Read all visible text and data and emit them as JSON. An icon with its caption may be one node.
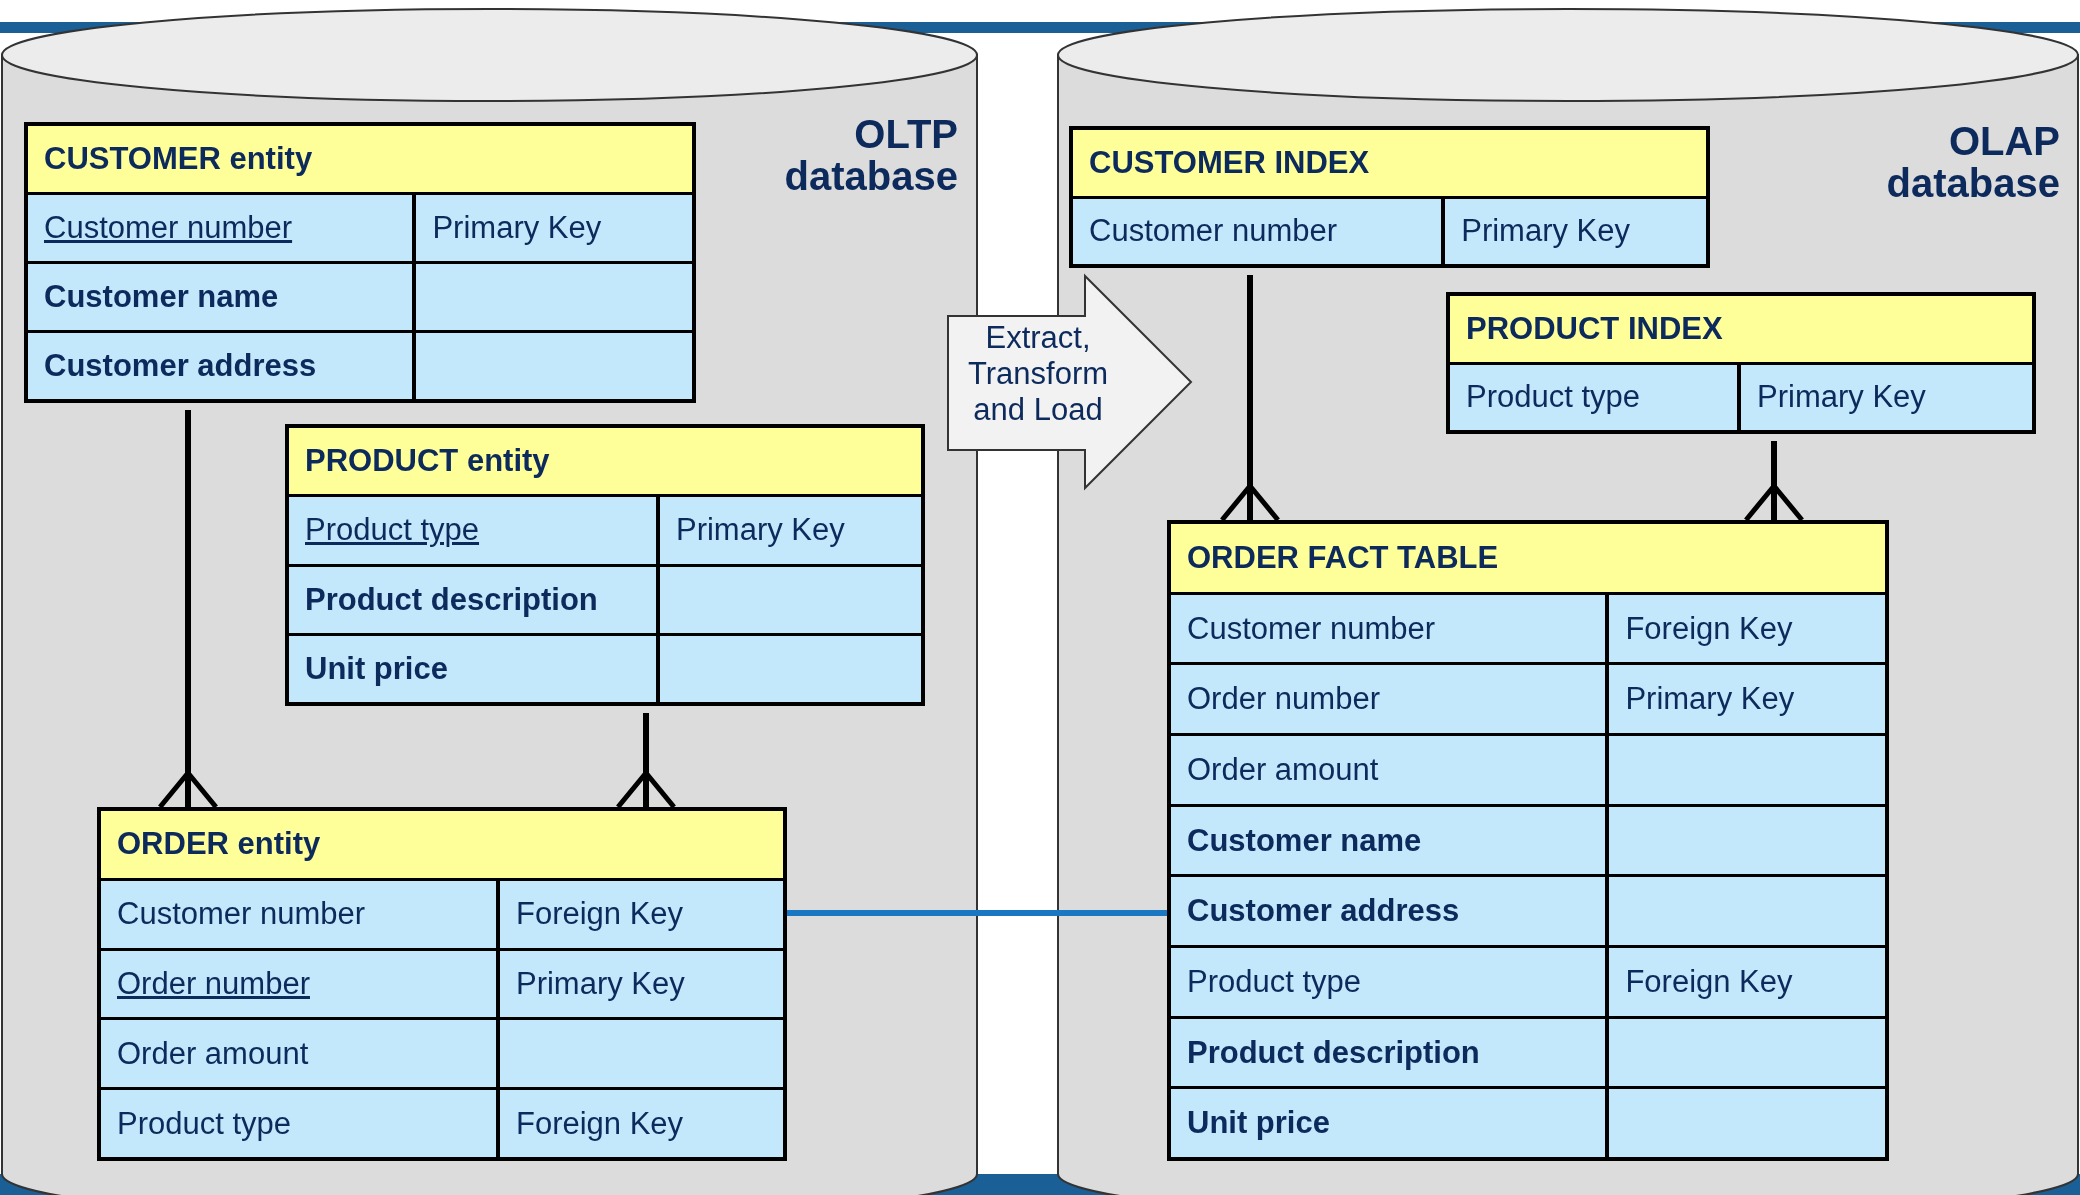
{
  "diagram": {
    "nodes": [
      {
        "text": [
          "OLTP database"
        ]
      },
      {
        "text": [
          "CUSTOMER entity",
          "Customer number",
          "Primary Key",
          "Customer name",
          "Customer address"
        ],
        "in": 0
      },
      {
        "text": [
          "PRODUCT entity",
          "Product type",
          "Primary Key",
          "Product description",
          "Unit price"
        ],
        "in": 0
      },
      {
        "text": [
          "ORDER entity",
          "Customer number",
          "Foreign Key",
          "Order number",
          "Primary Key",
          "Order amount",
          "Product type",
          "Foreign Key"
        ],
        "in": 0
      },
      {
        "text": [
          "OLAP database"
        ]
      },
      {
        "text": [
          "CUSTOMER INDEX",
          "Customer number",
          "Primary Key"
        ],
        "in": 4
      },
      {
        "text": [
          "PRODUCT INDEX",
          "Product type",
          "Primary Key"
        ],
        "in": 4
      },
      {
        "text": [
          "ORDER FACT TABLE",
          "Customer number",
          "Foreign Key",
          "Order number",
          "Primary Key",
          "Order amount",
          "Customer name",
          "Customer address",
          "Product type",
          "Foreign Key",
          "Product description",
          "Unit price"
        ],
        "in": 4
      }
    ],
    "edges": [
      {
        "from": 1,
        "to": 3,
        "arrow": "other"
      },
      {
        "from": 2,
        "to": 3,
        "arrow": "other"
      },
      {
        "from": 0,
        "to": 4,
        "arrow": "to",
        "label": "Extract, Transform and Load"
      },
      {
        "from": 5,
        "to": 7,
        "arrow": "other"
      },
      {
        "from": 6,
        "to": 7,
        "arrow": "other"
      },
      {
        "from": 3,
        "to": 7,
        "arrow": "none",
        "color": "#1a78c2"
      }
    ]
  }
}
